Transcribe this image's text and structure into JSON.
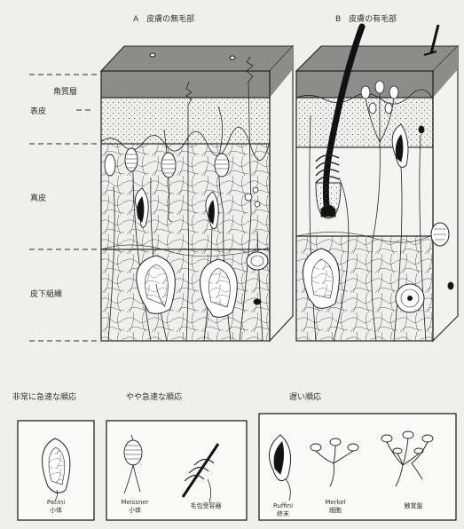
{
  "panels": {
    "a_title": "A　皮膚の無毛部",
    "b_title": "B　皮膚の有毛部"
  },
  "layers": {
    "stratum_corneum": "角質層",
    "epidermis": "表皮",
    "dermis": "真皮",
    "subcutis": "皮下組織"
  },
  "adaptation": {
    "very_rapid": "非常に急速な順応",
    "rapid": "やや急速な順応",
    "slow": "遅い順応"
  },
  "receptors": {
    "pacini_1": "Pacini",
    "pacini_2": "小体",
    "meissner_1": "Meissner",
    "meissner_2": "小体",
    "hair_follicle": "毛包受容器",
    "ruffini_1": "Ruffini",
    "ruffini_2": "終末",
    "merkel_1": "Merkel",
    "merkel_2": "細胞",
    "tactile_disc": "触覚盤"
  },
  "colors": {
    "ink": "#222222",
    "paper": "#efefed",
    "corneum": "#8a8a88",
    "dermis": "#f4f4f2"
  }
}
